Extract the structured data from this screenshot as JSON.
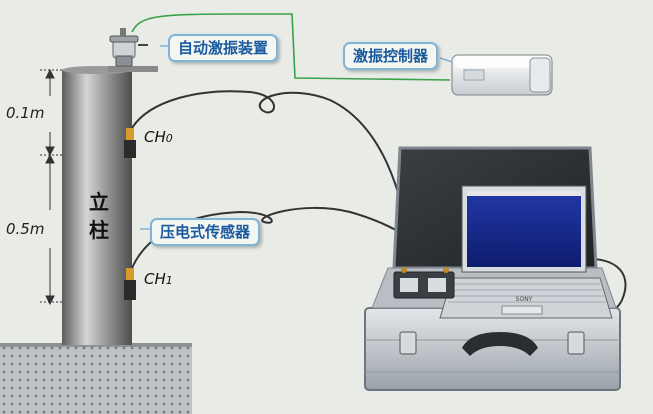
{
  "labels": {
    "exciter": "自动激振装置",
    "controller": "激振控制器",
    "sensor": "压电式传感器",
    "pillar_top": "立",
    "pillar_bottom": "柱",
    "dim_upper": "0.1m",
    "dim_lower": "0.5m",
    "ch0_main": "CH",
    "ch0_sub": "0",
    "ch1_main": "CH",
    "ch1_sub": "1",
    "laptop_brand": "SONY"
  },
  "colors": {
    "callout_border": "#7fb3d8",
    "callout_text": "#1a5a9e",
    "background": "#e9ebe6",
    "trigger_wire": "#3aa14b",
    "sensor_wire": "#333333"
  },
  "icons": {
    "exciter": "exciter-device-icon",
    "controller": "controller-box-icon",
    "laptop": "laptop-icon",
    "case": "aluminum-case-icon"
  }
}
